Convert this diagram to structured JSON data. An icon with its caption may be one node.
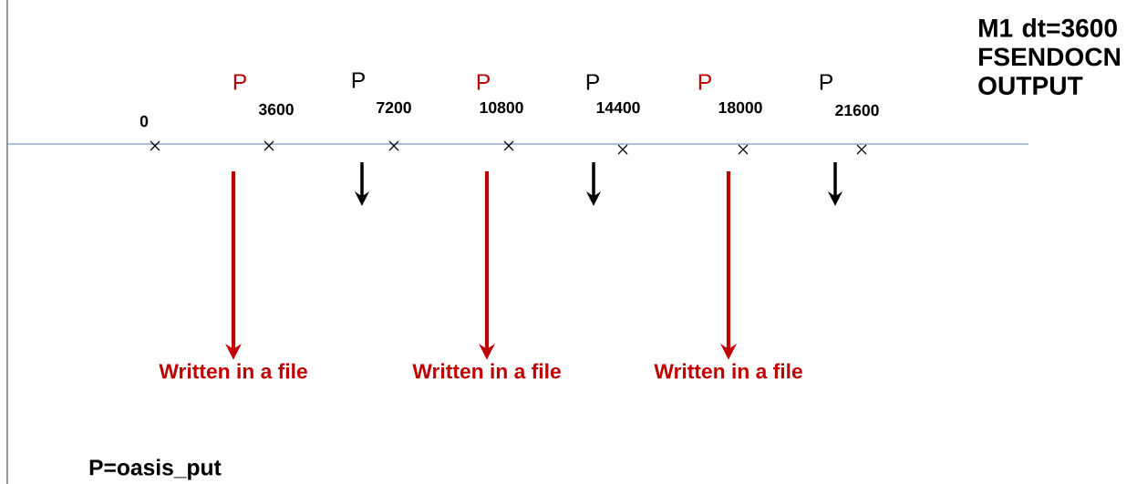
{
  "diagram": {
    "nodes": [
      {
        "text": [
          "Written in a file"
        ]
      },
      {
        "text": [
          "Written in a file"
        ]
      },
      {
        "text": [
          "Written in a file"
        ]
      }
    ],
    "edges": [
      {
        "from": null,
        "to": 0,
        "arrow": "to",
        "color": "#c00000"
      },
      {
        "from": null,
        "to": 1,
        "arrow": "to",
        "color": "#c00000"
      },
      {
        "from": null,
        "to": 2,
        "arrow": "to",
        "color": "#c00000"
      }
    ],
    "labels": [
      "M1 dt=3600 FSENDOCN OUTPUT",
      "P",
      "P",
      "P",
      "P",
      "P",
      "P",
      "0",
      "3600",
      "7200",
      "10800",
      "14400",
      "18000",
      "21600",
      "P=oasis_put"
    ]
  }
}
